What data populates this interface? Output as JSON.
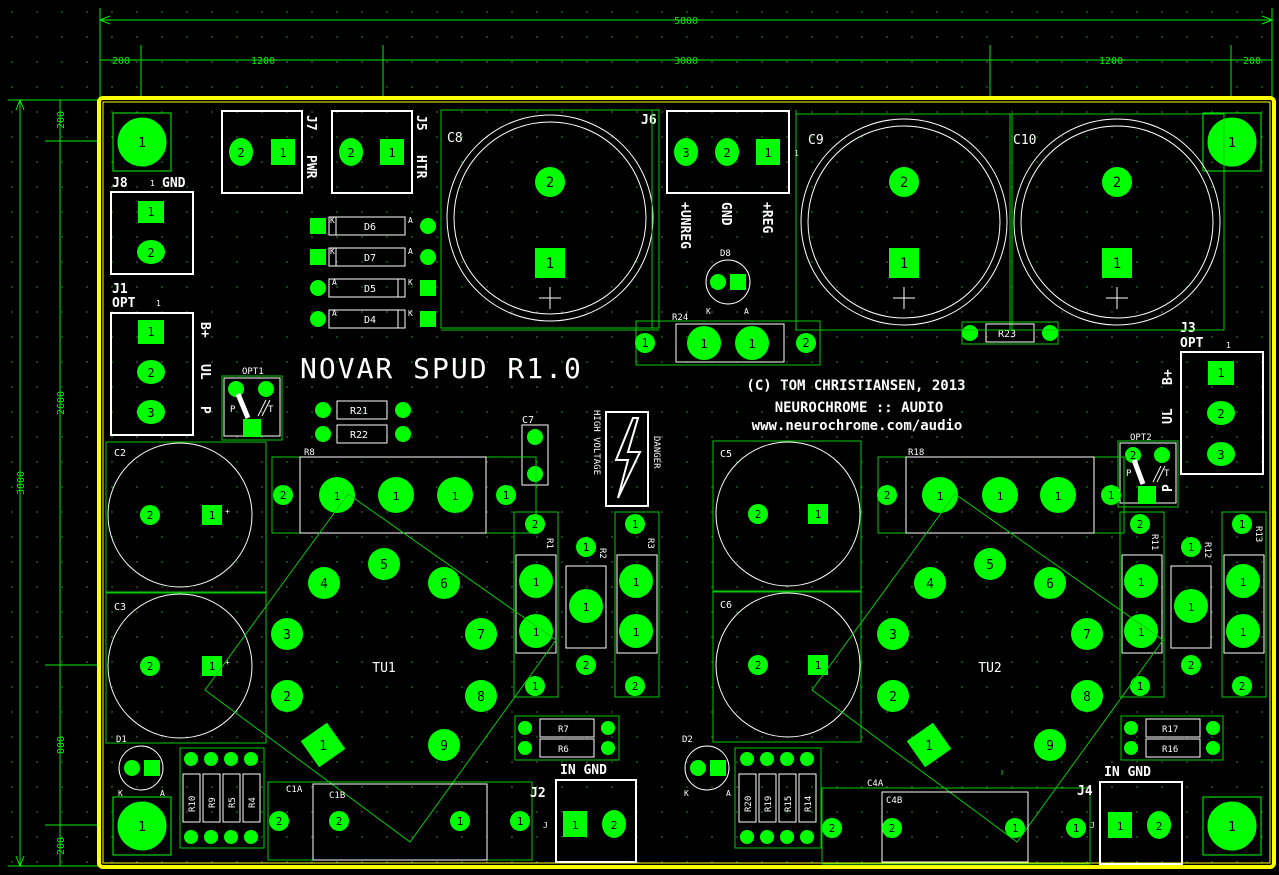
{
  "colors": {
    "background": "#000000",
    "outline": "#ffff00",
    "copper": "#00ff00",
    "silk": "#ffffff",
    "dim": "#00cc00",
    "grid": "#1c4a1c"
  },
  "dimensions": {
    "top_total": "5800",
    "top_segments": [
      "200",
      "1200",
      "3000",
      "1200",
      "200"
    ],
    "left_total": "3800",
    "left_segments": [
      "200",
      "2600",
      "800",
      "200"
    ]
  },
  "title": {
    "main": "NOVAR SPUD R1.0",
    "copyright": "(C) TOM CHRISTIANSEN, 2013",
    "brand": "NEUROCHROME :: AUDIO",
    "url": "www.neurochrome.com/audio"
  },
  "warning": {
    "left": "HIGH VOLTAGE",
    "right": "DANGER"
  },
  "connectors": {
    "j8": {
      "ref": "J8",
      "pin": "1",
      "label": "GND"
    },
    "j1": {
      "ref": "J1",
      "opt": "OPT",
      "pin": "1",
      "labels": [
        "B+",
        "UL",
        "P"
      ]
    },
    "j3": {
      "ref": "J3",
      "opt": "OPT",
      "pin": "1",
      "labels": [
        "B+",
        "UL",
        "P"
      ]
    },
    "j7": {
      "ref": "J7",
      "label": "PWR"
    },
    "j5": {
      "ref": "J5",
      "label": "HTR"
    },
    "j6": {
      "ref": "J6",
      "labels": [
        "+UNREG",
        "GND",
        "+REG"
      ],
      "pin": "1"
    },
    "j2": {
      "ref": "J2",
      "label": "IN GND",
      "pin": "J"
    },
    "j4": {
      "ref": "J4",
      "label": "IN GND",
      "pin": "J"
    }
  },
  "refs": {
    "c8": "C8",
    "c9": "C9",
    "c10": "C10",
    "d6": "D6",
    "d7": "D7",
    "d5": "D5",
    "d4": "D4",
    "d8": "D8",
    "r24": "R24",
    "r23": "R23",
    "opt1": "OPT1",
    "opt2": "OPT2",
    "r21": "R21",
    "r22": "R22",
    "c7": "C7",
    "c2": "C2",
    "c3": "C3",
    "c5": "C5",
    "c6": "C6",
    "r8": "R8",
    "r18": "R18",
    "r1": "R1",
    "r2": "R2",
    "r3": "R3",
    "r11": "R11",
    "r12": "R12",
    "r13": "R13",
    "tu1": "TU1",
    "tu2": "TU2",
    "r7": "R7",
    "r6": "R6",
    "r17": "R17",
    "r16": "R16",
    "d1": "D1",
    "d2": "D2",
    "r10": "R10",
    "r9": "R9",
    "r5": "R5",
    "r4": "R4",
    "r20": "R20",
    "r19": "R19",
    "r15": "R15",
    "r14": "R14",
    "c1a": "C1A",
    "c1b": "C1B",
    "c4a": "C4A",
    "c4b": "C4B"
  },
  "pads": {
    "p1": "1",
    "p2": "2",
    "p3": "3",
    "p4": "4",
    "p5": "5",
    "p6": "6",
    "p7": "7",
    "p8": "8",
    "p9": "9"
  },
  "diode_marks": {
    "k": "K",
    "a": "A"
  },
  "opt_marks": {
    "p": "P",
    "t": "T"
  },
  "polarity": "+"
}
